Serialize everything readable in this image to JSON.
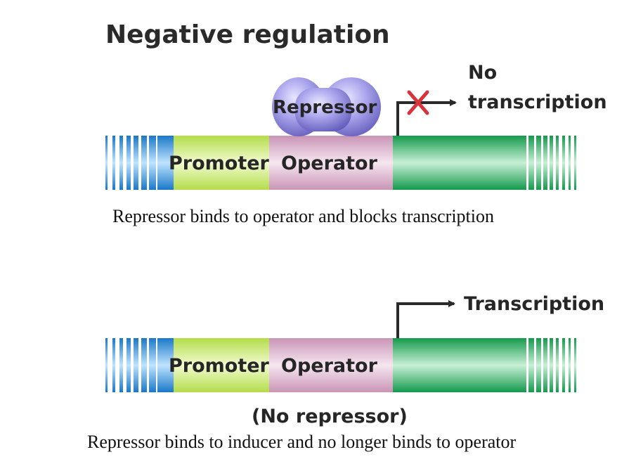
{
  "title": "Negative regulation",
  "panels": [
    {
      "repressor_label": "Repressor",
      "promoter_label": "Promoter",
      "operator_label": "Operator",
      "transcription_label_line1": "No",
      "transcription_label_line2": "transcription",
      "caption": "Repressor binds to operator and blocks transcription"
    },
    {
      "promoter_label": "Promoter",
      "operator_label": "Operator",
      "transcription_label": "Transcription",
      "note": "(No repressor)",
      "caption": "Repressor binds to inducer and no longer binds to operator"
    }
  ],
  "colors": {
    "blue": "#1e88d8",
    "promoter": "#c9e86a",
    "operator": "#d7a9c6",
    "gene": "#1fa85a",
    "repressor": "#8c86d4",
    "arrow": "#2a2a2a",
    "block_x": "#d8323a"
  }
}
